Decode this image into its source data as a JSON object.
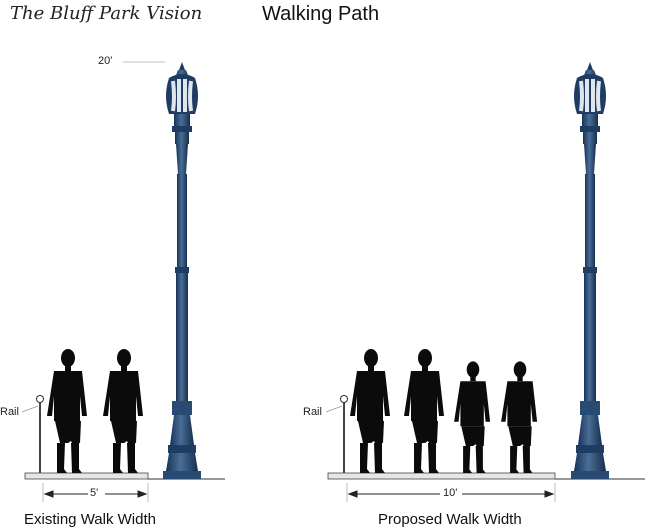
{
  "brand": "The Bluff Park Vision",
  "title": "Walking Path",
  "height_label": "20'",
  "existing": {
    "rail_label": "Rail",
    "width_label": "5'",
    "caption": "Existing Walk Width",
    "people": 2
  },
  "proposed": {
    "rail_label": "Rail",
    "width_label": "10'",
    "caption": "Proposed Walk Width",
    "people": 4
  },
  "colors": {
    "pole": "#1f3d63",
    "pole_light": "#4a6d96",
    "silhouette": "#0b0b0b",
    "slab": "#e6e6e6"
  }
}
